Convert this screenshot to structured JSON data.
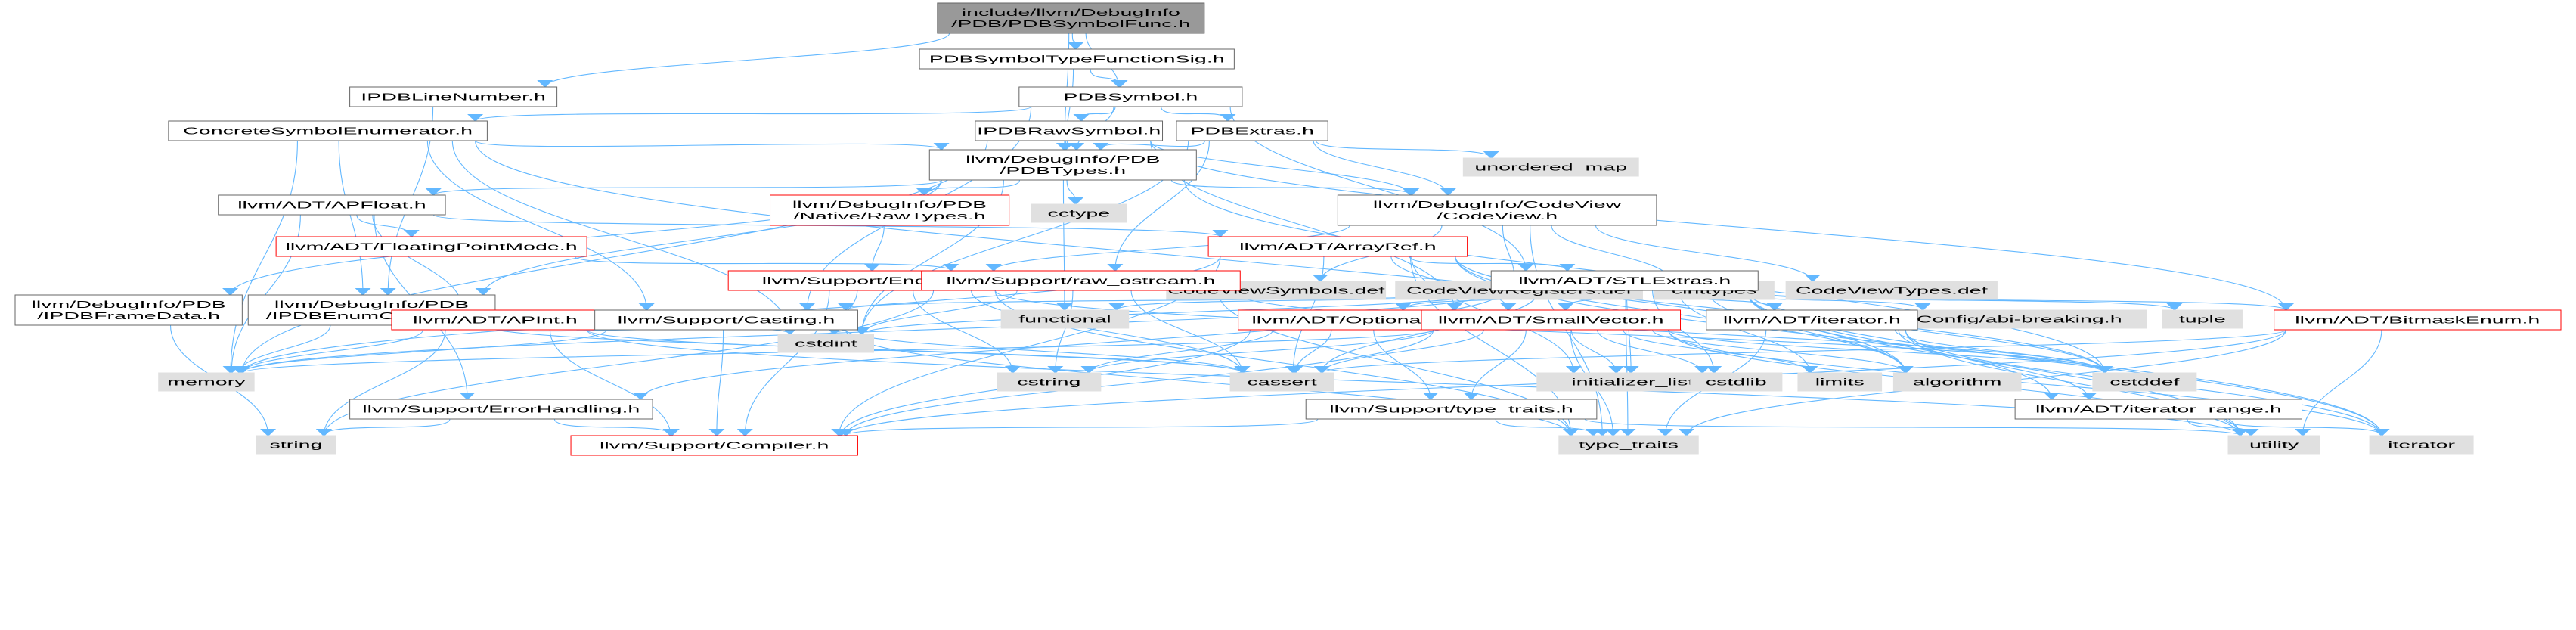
{
  "colors": {
    "edge": "#63b8ff",
    "root_fill": "#999999",
    "root_stroke": "#666666",
    "normal_fill": "#ffffff",
    "normal_stroke": "#666666",
    "red_fill": "#ffffff",
    "red_stroke": "#ff0000",
    "system_fill": "#e0e0e0",
    "system_stroke": "#e0e0e0",
    "text": "#000000"
  },
  "nodes": [
    {
      "id": "root",
      "lines": [
        "include/llvm/DebugInfo",
        "/PDB/PDBSymbolFunc.h"
      ],
      "style": "root"
    },
    {
      "id": "pdbsymtypefunc",
      "lines": [
        "PDBSymbolTypeFunctionSig.h"
      ],
      "style": "normal"
    },
    {
      "id": "ipdblinenumber",
      "lines": [
        "IPDBLineNumber.h"
      ],
      "style": "normal"
    },
    {
      "id": "pdbsymbol",
      "lines": [
        "PDBSymbol.h"
      ],
      "style": "normal"
    },
    {
      "id": "concretesym",
      "lines": [
        "ConcreteSymbolEnumerator.h"
      ],
      "style": "normal"
    },
    {
      "id": "ipdbrawsymbol",
      "lines": [
        "IPDBRawSymbol.h"
      ],
      "style": "normal"
    },
    {
      "id": "pdbextras",
      "lines": [
        "PDBExtras.h"
      ],
      "style": "normal"
    },
    {
      "id": "pdbtypes",
      "lines": [
        "llvm/DebugInfo/PDB",
        "/PDBTypes.h"
      ],
      "style": "normal"
    },
    {
      "id": "unordered_map",
      "lines": [
        "unordered_map"
      ],
      "style": "system"
    },
    {
      "id": "apfloat",
      "lines": [
        "llvm/ADT/APFloat.h"
      ],
      "style": "normal"
    },
    {
      "id": "nativerawtypes",
      "lines": [
        "llvm/DebugInfo/PDB",
        "/Native/RawTypes.h"
      ],
      "style": "red"
    },
    {
      "id": "cctype",
      "lines": [
        "cctype"
      ],
      "style": "system"
    },
    {
      "id": "codeview",
      "lines": [
        "llvm/DebugInfo/CodeView",
        "/CodeView.h"
      ],
      "style": "normal"
    },
    {
      "id": "floatingpointmode",
      "lines": [
        "llvm/ADT/FloatingPointMode.h"
      ],
      "style": "red"
    },
    {
      "id": "arrayref",
      "lines": [
        "llvm/ADT/ArrayRef.h"
      ],
      "style": "red"
    },
    {
      "id": "codeviewsymbols",
      "lines": [
        "CodeViewSymbols.def"
      ],
      "style": "system"
    },
    {
      "id": "codeviewregisters",
      "lines": [
        "CodeViewRegisters.def"
      ],
      "style": "system"
    },
    {
      "id": "cinttypes",
      "lines": [
        "cinttypes"
      ],
      "style": "system"
    },
    {
      "id": "codeviewtypes",
      "lines": [
        "CodeViewTypes.def"
      ],
      "style": "system"
    },
    {
      "id": "ipdbframedata",
      "lines": [
        "llvm/DebugInfo/PDB",
        "/IPDBFrameData.h"
      ],
      "style": "normal"
    },
    {
      "id": "ipdbenumchildren",
      "lines": [
        "llvm/DebugInfo/PDB",
        "/IPDBEnumChildren.h"
      ],
      "style": "normal"
    },
    {
      "id": "endian",
      "lines": [
        "llvm/Support/Endian.h"
      ],
      "style": "red"
    },
    {
      "id": "raw_ostream",
      "lines": [
        "llvm/Support/raw_ostream.h"
      ],
      "style": "red"
    },
    {
      "id": "stlextras",
      "lines": [
        "llvm/ADT/STLExtras.h"
      ],
      "style": "normal"
    },
    {
      "id": "functional",
      "lines": [
        "functional"
      ],
      "style": "system"
    },
    {
      "id": "abibreaking",
      "lines": [
        "llvm/Config/abi-breaking.h"
      ],
      "style": "system"
    },
    {
      "id": "tuple",
      "lines": [
        "tuple"
      ],
      "style": "system"
    },
    {
      "id": "bitmaskenum",
      "lines": [
        "llvm/ADT/BitmaskEnum.h"
      ],
      "style": "red"
    },
    {
      "id": "iteratorh",
      "lines": [
        "llvm/ADT/iterator.h"
      ],
      "style": "normal"
    },
    {
      "id": "apint",
      "lines": [
        "llvm/ADT/APInt.h"
      ],
      "style": "red"
    },
    {
      "id": "casting",
      "lines": [
        "llvm/Support/Casting.h"
      ],
      "style": "normal"
    },
    {
      "id": "cstdint",
      "lines": [
        "cstdint"
      ],
      "style": "system"
    },
    {
      "id": "optional",
      "lines": [
        "llvm/ADT/Optional.h"
      ],
      "style": "red"
    },
    {
      "id": "smallvector",
      "lines": [
        "llvm/ADT/SmallVector.h"
      ],
      "style": "red"
    },
    {
      "id": "memory",
      "lines": [
        "memory"
      ],
      "style": "system"
    },
    {
      "id": "cstring",
      "lines": [
        "cstring"
      ],
      "style": "system"
    },
    {
      "id": "cassert",
      "lines": [
        "cassert"
      ],
      "style": "system"
    },
    {
      "id": "typetraitsh",
      "lines": [
        "llvm/Support/type_traits.h"
      ],
      "style": "normal"
    },
    {
      "id": "initializer_list",
      "lines": [
        "initializer_list"
      ],
      "style": "system"
    },
    {
      "id": "cstdlib",
      "lines": [
        "cstdlib"
      ],
      "style": "system"
    },
    {
      "id": "limits",
      "lines": [
        "limits"
      ],
      "style": "system"
    },
    {
      "id": "algorithm",
      "lines": [
        "algorithm"
      ],
      "style": "system"
    },
    {
      "id": "cstddef",
      "lines": [
        "cstddef"
      ],
      "style": "system"
    },
    {
      "id": "iterator_range",
      "lines": [
        "llvm/ADT/iterator_range.h"
      ],
      "style": "normal"
    },
    {
      "id": "errorhandling",
      "lines": [
        "llvm/Support/ErrorHandling.h"
      ],
      "style": "normal"
    },
    {
      "id": "string",
      "lines": [
        "string"
      ],
      "style": "system"
    },
    {
      "id": "compiler",
      "lines": [
        "llvm/Support/Compiler.h"
      ],
      "style": "red"
    },
    {
      "id": "type_traits",
      "lines": [
        "type_traits"
      ],
      "style": "system"
    },
    {
      "id": "utility",
      "lines": [
        "utility"
      ],
      "style": "system"
    },
    {
      "id": "iterator",
      "lines": [
        "iterator"
      ],
      "style": "system"
    }
  ]
}
